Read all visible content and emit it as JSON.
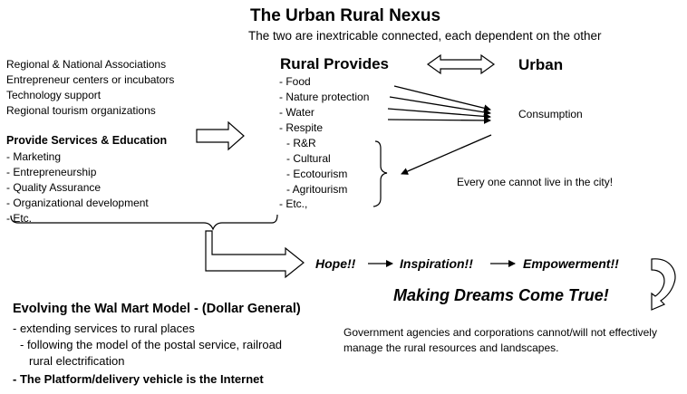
{
  "title": "The Urban Rural Nexus",
  "subtitle": "The two are inextricable connected, each dependent on the other",
  "left": {
    "orgs": [
      "Regional & National Associations",
      "Entrepreneur centers or incubators",
      "Technology support",
      "Regional tourism organizations"
    ],
    "services_heading": "Provide Services & Education",
    "services": [
      "- Marketing",
      "- Entrepreneurship",
      "- Quality Assurance",
      "- Organizational development",
      "- Etc."
    ]
  },
  "rural": {
    "heading": "Rural Provides",
    "items": [
      "- Food",
      "- Nature protection",
      "- Water",
      "- Respite"
    ],
    "respite_items": [
      "- R&R",
      "- Cultural",
      "- Ecotourism",
      "- Agritourism"
    ],
    "etc": "- Etc.,"
  },
  "urban": {
    "heading": "Urban",
    "consumption": "Consumption",
    "note": "Every one cannot live in the city!"
  },
  "flow": {
    "steps": [
      "Hope!!",
      "Inspiration!!",
      "Empowerment!!"
    ],
    "dreams": "Making Dreams Come True!"
  },
  "walmart": {
    "heading": "Evolving the Wal Mart Model - (Dollar General)",
    "line1": "- extending services to rural places",
    "line2": "- following the model of the postal service, railroad",
    "line3": "rural electrification",
    "line4": "- The Platform/delivery vehicle is the Internet"
  },
  "government": {
    "line1": "Government agencies and corporations cannot/will not effectively",
    "line2": "manage the rural resources and landscapes."
  }
}
